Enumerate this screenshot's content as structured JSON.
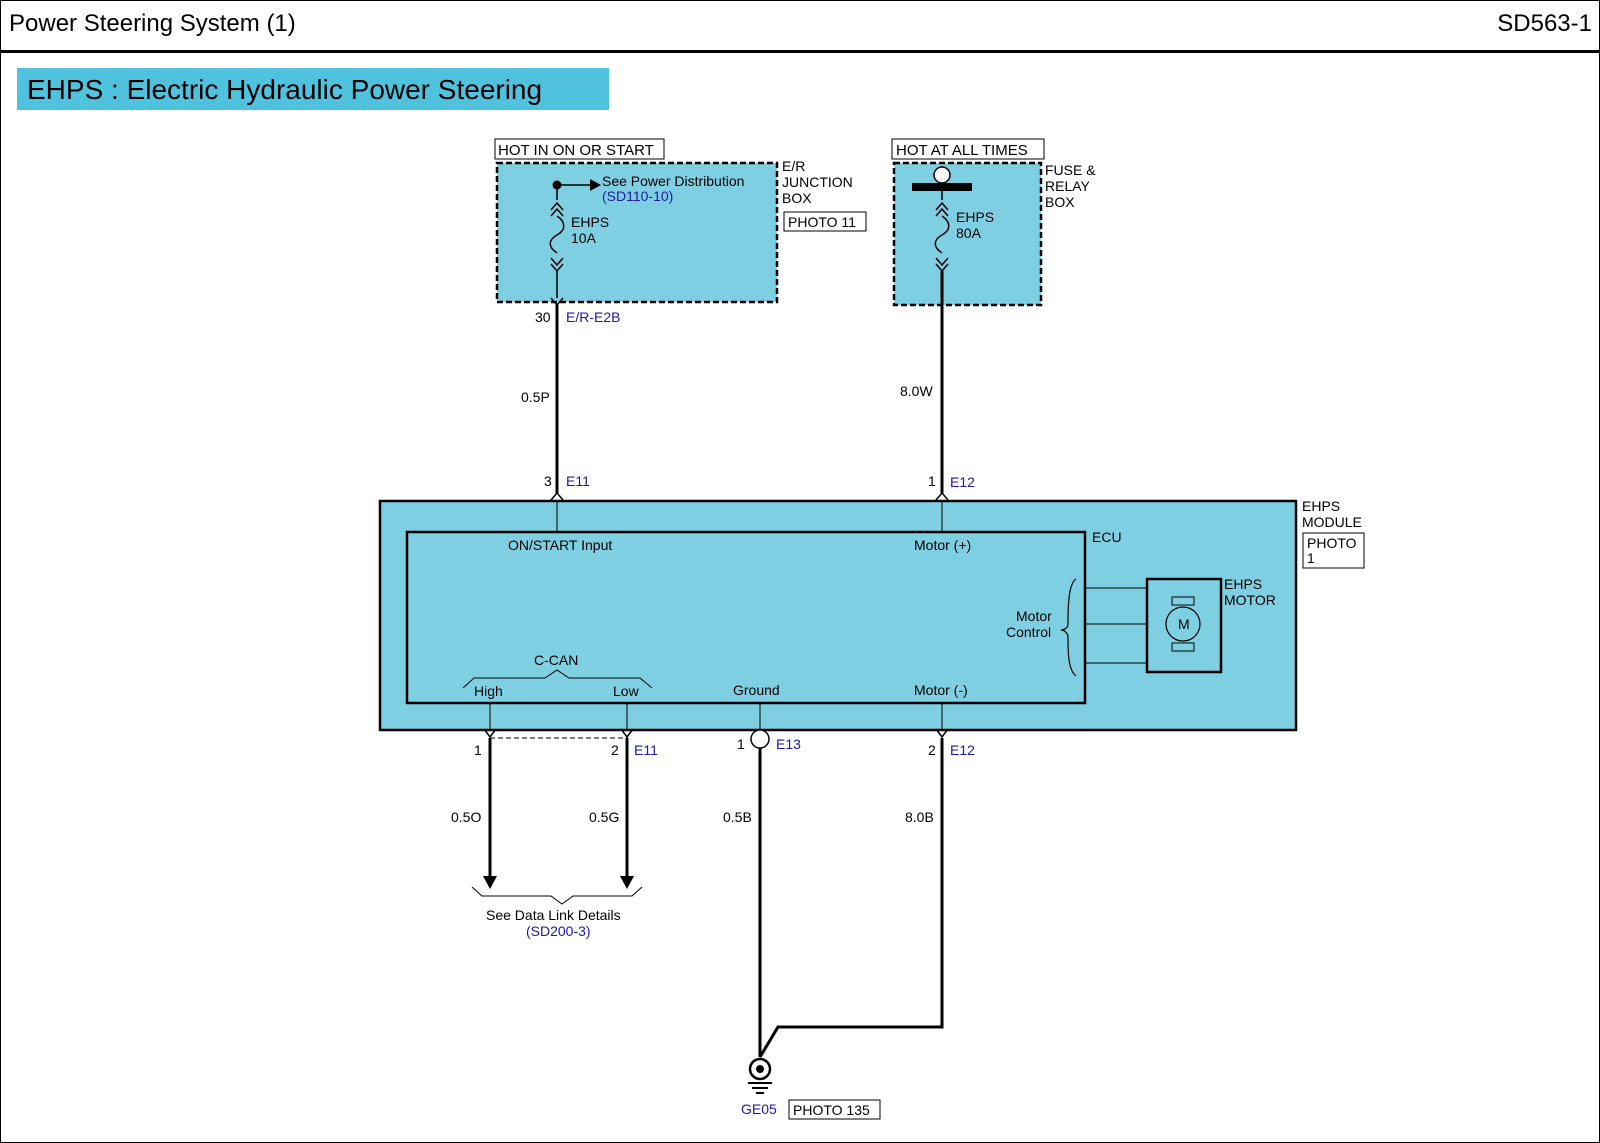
{
  "header": {
    "title": "Power Steering System (1)",
    "code": "SD563-1"
  },
  "banner": {
    "title": "EHPS : Electric Hydraulic Power Steering"
  },
  "labels": {
    "hot_on_start": "HOT IN ON OR START",
    "hot_all_times": "HOT AT ALL TIMES",
    "er_junction_box": [
      "E/R",
      "JUNCTION",
      "BOX"
    ],
    "photo_11": "PHOTO 11",
    "fuse_relay_box": [
      "FUSE &",
      "RELAY",
      "BOX"
    ],
    "see_power_distribution": "See Power Distribution",
    "power_dist_ref": "(SD110-10)",
    "fuse_10a": [
      "EHPS",
      "10A"
    ],
    "fuse_80a": [
      "EHPS",
      "80A"
    ],
    "conn_er_e2b_pin": "30",
    "conn_er_e2b": "E/R-E2B",
    "wire_05p": "0.5P",
    "wire_80w": "8.0W",
    "e11_top_pin": "3",
    "e11_top": "E11",
    "e12_top_pin": "1",
    "e12_top": "E12",
    "ehps_module": [
      "EHPS",
      "MODULE"
    ],
    "photo_1": [
      "PHOTO",
      "1"
    ],
    "ecu": "ECU",
    "on_start_input": "ON/START Input",
    "motor_plus": "Motor (+)",
    "motor_control": [
      "Motor",
      "Control"
    ],
    "motor_symbol": "M",
    "ehps_motor": [
      "EHPS",
      "MOTOR"
    ],
    "c_can": "C-CAN",
    "high": "High",
    "low": "Low",
    "ground": "Ground",
    "motor_minus": "Motor (-)",
    "e11_bottom_pin1": "1",
    "e11_bottom_pin2": "2",
    "e11_bottom": "E11",
    "e13_pin": "1",
    "e13": "E13",
    "e12_bottom_pin": "2",
    "e12_bottom": "E12",
    "wire_05o": "0.5O",
    "wire_05g": "0.5G",
    "wire_05b": "0.5B",
    "wire_80b": "8.0B",
    "see_data_link": "See Data Link Details",
    "data_link_ref": "(SD200-3)",
    "ground_ge05": "GE05",
    "photo_135": "PHOTO 135"
  },
  "colors": {
    "fill": "#7fcfe2",
    "banner": "#4fc3de",
    "ref_blue": "#1a1aa6",
    "line": "#000000"
  }
}
